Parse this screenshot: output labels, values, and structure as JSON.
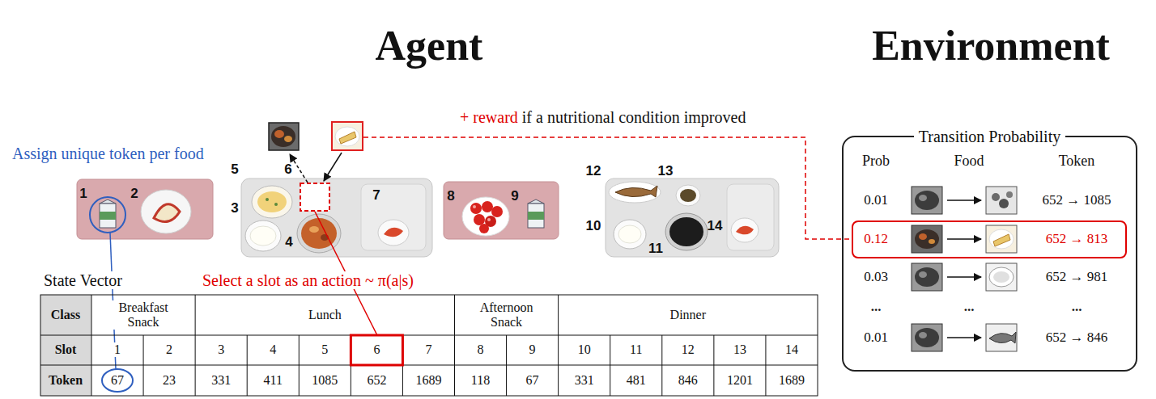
{
  "diagram": {
    "nodes": [
      {
        "text": [
          "Transition Probability"
        ]
      },
      {
        "text": [
          "0.12",
          "652 → 813"
        ],
        "in": 0
      }
    ],
    "labels": [
      "Agent",
      "Environment",
      "Assign unique token per food",
      "+ reward",
      "if a nutritional condition improved",
      "Select a slot as an action ~ π(a|s)",
      "1",
      "2",
      "3",
      "4",
      "5",
      "6",
      "7",
      "8",
      "9",
      "10",
      "11",
      "12",
      "13",
      "14",
      "State Vector",
      "Class",
      "Breakfast Snack",
      "Lunch",
      "Afternoon Snack",
      "Dinner",
      "Slot",
      "1",
      "2",
      "3",
      "4",
      "5",
      "6",
      "7",
      "8",
      "9",
      "10",
      "11",
      "12",
      "13",
      "14",
      "Token",
      "67",
      "23",
      "331",
      "411",
      "1085",
      "652",
      "1689",
      "118",
      "67",
      "331",
      "481",
      "846",
      "1201",
      "1689",
      "Prob",
      "Food",
      "Token",
      "0.01",
      "652 → 1085",
      "0.03",
      "652 → 981",
      "...",
      "...",
      "...",
      "0.01",
      "652 → 846"
    ]
  }
}
